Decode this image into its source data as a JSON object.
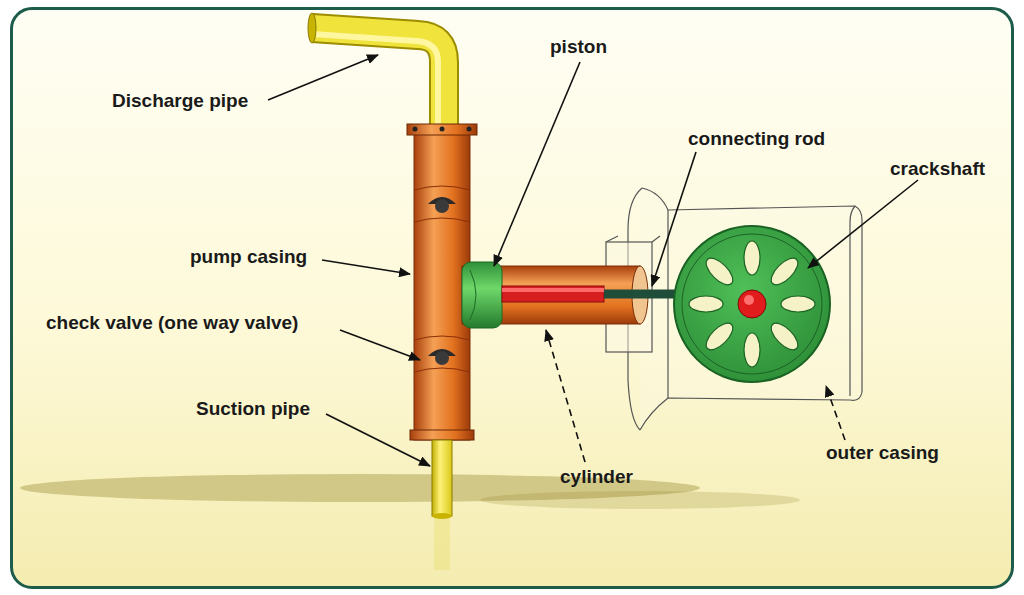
{
  "diagram": {
    "labels": [
      "Discharge pipe",
      "piston",
      "connecting rod",
      "crackshaft",
      "pump casing",
      "check valve (one way valve)",
      "Suction pipe",
      "cylinder",
      "outer casing"
    ]
  }
}
